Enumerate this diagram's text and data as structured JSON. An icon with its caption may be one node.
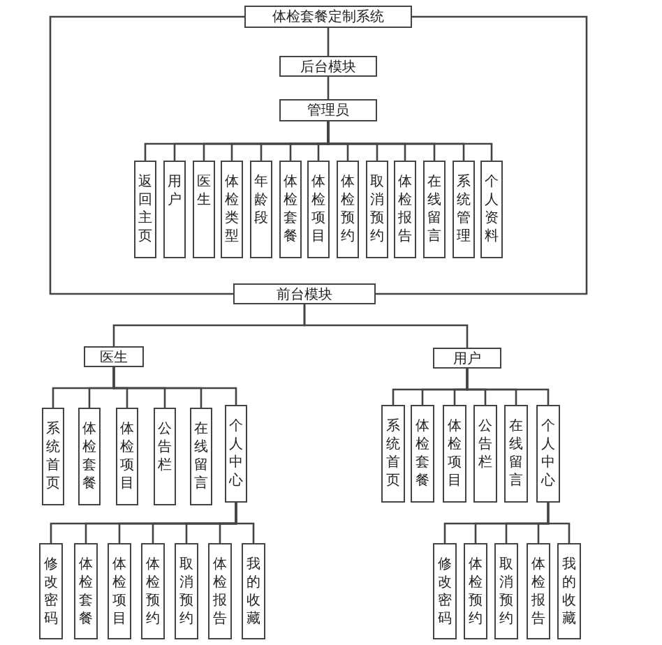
{
  "diagram": {
    "nodes": [
      {
        "text": [
          "体检套餐定制系统"
        ]
      },
      {
        "text": [
          "后台模块"
        ]
      },
      {
        "text": [
          "管理员"
        ]
      },
      {
        "text": [
          "返回主页"
        ]
      },
      {
        "text": [
          "用户"
        ]
      },
      {
        "text": [
          "医生"
        ]
      },
      {
        "text": [
          "体检类型"
        ]
      },
      {
        "text": [
          "年龄段"
        ]
      },
      {
        "text": [
          "体检套餐"
        ]
      },
      {
        "text": [
          "体检项目"
        ]
      },
      {
        "text": [
          "体检预约"
        ]
      },
      {
        "text": [
          "取消预约"
        ]
      },
      {
        "text": [
          "体检报告"
        ]
      },
      {
        "text": [
          "在线留言"
        ]
      },
      {
        "text": [
          "系统管理"
        ]
      },
      {
        "text": [
          "个人资料"
        ]
      },
      {
        "text": [
          "前台模块"
        ]
      },
      {
        "text": [
          "医生"
        ]
      },
      {
        "text": [
          "用户"
        ]
      },
      {
        "text": [
          "系统首页"
        ]
      },
      {
        "text": [
          "体检套餐"
        ]
      },
      {
        "text": [
          "体检项目"
        ]
      },
      {
        "text": [
          "公告栏"
        ]
      },
      {
        "text": [
          "在线留言"
        ]
      },
      {
        "text": [
          "个人中心"
        ]
      },
      {
        "text": [
          "修改密码"
        ]
      },
      {
        "text": [
          "体检套餐"
        ]
      },
      {
        "text": [
          "体检项目"
        ]
      },
      {
        "text": [
          "体检预约"
        ]
      },
      {
        "text": [
          "取消预约"
        ]
      },
      {
        "text": [
          "体检报告"
        ]
      },
      {
        "text": [
          "我的收藏"
        ]
      },
      {
        "text": [
          "系统首页"
        ]
      },
      {
        "text": [
          "体检套餐"
        ]
      },
      {
        "text": [
          "体检项目"
        ]
      },
      {
        "text": [
          "公告栏"
        ]
      },
      {
        "text": [
          "在线留言"
        ]
      },
      {
        "text": [
          "个人中心"
        ]
      },
      {
        "text": [
          "修改密码"
        ]
      },
      {
        "text": [
          "体检预约"
        ]
      },
      {
        "text": [
          "取消预约"
        ]
      },
      {
        "text": [
          "体检报告"
        ]
      },
      {
        "text": [
          "我的收藏"
        ]
      }
    ],
    "edges": [
      {
        "from": 0,
        "to": 1,
        "arrow": "none"
      },
      {
        "from": 1,
        "to": 2,
        "arrow": "none"
      },
      {
        "from": 2,
        "to": 3,
        "arrow": "none"
      },
      {
        "from": 2,
        "to": 4,
        "arrow": "none"
      },
      {
        "from": 2,
        "to": 5,
        "arrow": "none"
      },
      {
        "from": 2,
        "to": 6,
        "arrow": "none"
      },
      {
        "from": 2,
        "to": 7,
        "arrow": "none"
      },
      {
        "from": 2,
        "to": 8,
        "arrow": "none"
      },
      {
        "from": 2,
        "to": 9,
        "arrow": "none"
      },
      {
        "from": 2,
        "to": 10,
        "arrow": "none"
      },
      {
        "from": 2,
        "to": 11,
        "arrow": "none"
      },
      {
        "from": 2,
        "to": 12,
        "arrow": "none"
      },
      {
        "from": 2,
        "to": 13,
        "arrow": "none"
      },
      {
        "from": 2,
        "to": 14,
        "arrow": "none"
      },
      {
        "from": 2,
        "to": 15,
        "arrow": "none"
      },
      {
        "from": 0,
        "to": 16,
        "arrow": "none"
      },
      {
        "from": 0,
        "to": 16,
        "arrow": "none"
      },
      {
        "from": 16,
        "to": 17,
        "arrow": "none"
      },
      {
        "from": 16,
        "to": 18,
        "arrow": "none"
      },
      {
        "from": 17,
        "to": 19,
        "arrow": "none"
      },
      {
        "from": 17,
        "to": 20,
        "arrow": "none"
      },
      {
        "from": 17,
        "to": 21,
        "arrow": "none"
      },
      {
        "from": 17,
        "to": 22,
        "arrow": "none"
      },
      {
        "from": 17,
        "to": 23,
        "arrow": "none"
      },
      {
        "from": 17,
        "to": 24,
        "arrow": "none"
      },
      {
        "from": 24,
        "to": 25,
        "arrow": "none"
      },
      {
        "from": 24,
        "to": 26,
        "arrow": "none"
      },
      {
        "from": 24,
        "to": 27,
        "arrow": "none"
      },
      {
        "from": 24,
        "to": 28,
        "arrow": "none"
      },
      {
        "from": 24,
        "to": 29,
        "arrow": "none"
      },
      {
        "from": 24,
        "to": 30,
        "arrow": "none"
      },
      {
        "from": 24,
        "to": 31,
        "arrow": "none"
      },
      {
        "from": 18,
        "to": 32,
        "arrow": "none"
      },
      {
        "from": 18,
        "to": 33,
        "arrow": "none"
      },
      {
        "from": 18,
        "to": 34,
        "arrow": "none"
      },
      {
        "from": 18,
        "to": 35,
        "arrow": "none"
      },
      {
        "from": 18,
        "to": 36,
        "arrow": "none"
      },
      {
        "from": 18,
        "to": 37,
        "arrow": "none"
      },
      {
        "from": 37,
        "to": 38,
        "arrow": "none"
      },
      {
        "from": 37,
        "to": 39,
        "arrow": "none"
      },
      {
        "from": 37,
        "to": 40,
        "arrow": "none"
      },
      {
        "from": 37,
        "to": 41,
        "arrow": "none"
      },
      {
        "from": 37,
        "to": 42,
        "arrow": "none"
      }
    ]
  }
}
